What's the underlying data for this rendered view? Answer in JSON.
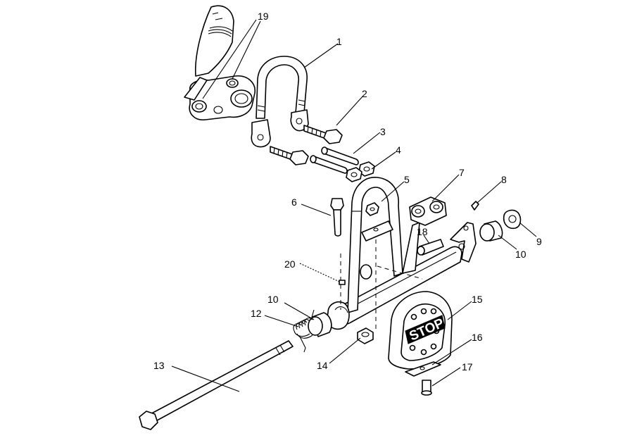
{
  "callouts": [
    {
      "id": "1",
      "label": "1"
    },
    {
      "id": "2",
      "label": "2"
    },
    {
      "id": "3",
      "label": "3"
    },
    {
      "id": "4",
      "label": "4"
    },
    {
      "id": "5",
      "label": "5"
    },
    {
      "id": "6",
      "label": "6"
    },
    {
      "id": "7",
      "label": "7"
    },
    {
      "id": "8",
      "label": "8"
    },
    {
      "id": "9",
      "label": "9"
    },
    {
      "id": "10a",
      "label": "10"
    },
    {
      "id": "10b",
      "label": "10"
    },
    {
      "id": "12",
      "label": "12"
    },
    {
      "id": "13",
      "label": "13"
    },
    {
      "id": "14",
      "label": "14"
    },
    {
      "id": "15",
      "label": "15"
    },
    {
      "id": "16",
      "label": "16"
    },
    {
      "id": "17",
      "label": "17"
    },
    {
      "id": "18",
      "label": "18"
    },
    {
      "id": "19",
      "label": "19"
    },
    {
      "id": "20",
      "label": "20"
    }
  ],
  "stop_pedal": {
    "text": "STOP"
  }
}
